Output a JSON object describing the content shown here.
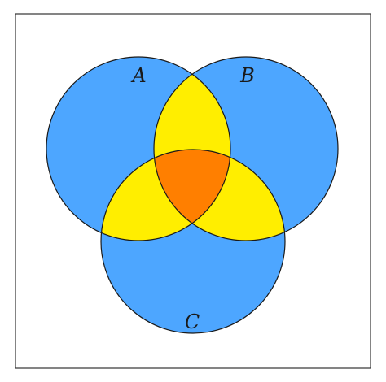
{
  "diagram": {
    "type": "venn-3",
    "sets": [
      {
        "id": "A",
        "label": "A"
      },
      {
        "id": "B",
        "label": "B"
      },
      {
        "id": "C",
        "label": "C"
      }
    ],
    "colors": {
      "background": "#ffffff",
      "frame": "#333333",
      "single": "#4da6ff",
      "pair": "#ffee00",
      "triple": "#ff7f00",
      "outline": "#1a1a1a"
    }
  }
}
